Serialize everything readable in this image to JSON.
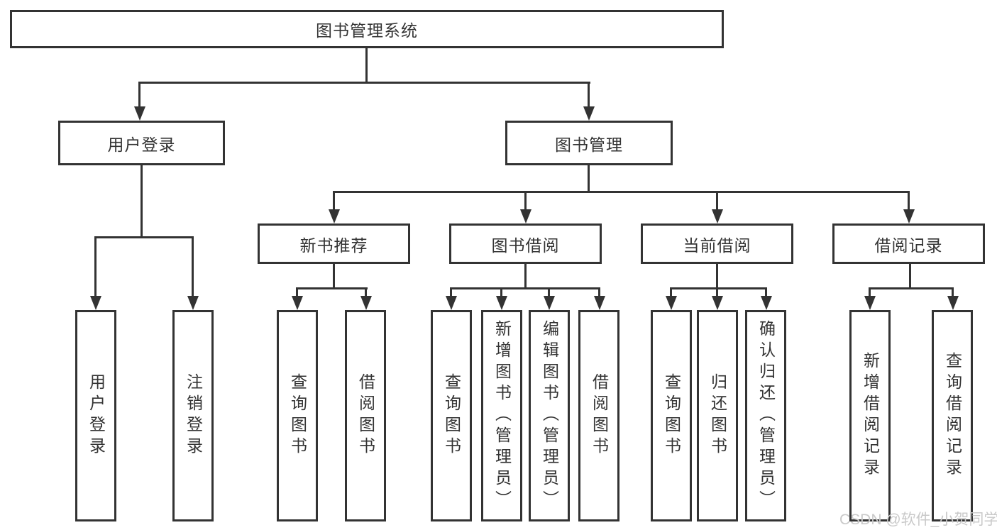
{
  "diagram": {
    "type": "tree",
    "title": "图书管理系统"
  },
  "nodes": {
    "root": "图书管理系统",
    "user_login": "用户登录",
    "book_mgmt": "图书管理",
    "new_book_rec": "新书推荐",
    "book_borrow": "图书借阅",
    "current_borrow": "当前借阅",
    "borrow_record": "借阅记录",
    "leaf_user_login": "用户登录",
    "leaf_logout": "注销登录",
    "leaf_query_book_a": "查询图书",
    "leaf_borrow_book_a": "借阅图书",
    "leaf_query_book_b": "查询图书",
    "leaf_add_book": "新增图书（管理员）",
    "leaf_edit_book": "编辑图书（管理员）",
    "leaf_borrow_book_b": "借阅图书",
    "leaf_query_book_c": "查询图书",
    "leaf_return_book": "归还图书",
    "leaf_confirm_return": "确认归还（管理员）",
    "leaf_add_record": "新增借阅记录",
    "leaf_query_record": "查询借阅记录"
  },
  "structure": {
    "root": [
      "user_login",
      "book_mgmt"
    ],
    "user_login": [
      "leaf_user_login",
      "leaf_logout"
    ],
    "book_mgmt": [
      "new_book_rec",
      "book_borrow",
      "current_borrow",
      "borrow_record"
    ],
    "new_book_rec": [
      "leaf_query_book_a",
      "leaf_borrow_book_a"
    ],
    "book_borrow": [
      "leaf_query_book_b",
      "leaf_add_book",
      "leaf_edit_book",
      "leaf_borrow_book_b"
    ],
    "current_borrow": [
      "leaf_query_book_c",
      "leaf_return_book",
      "leaf_confirm_return"
    ],
    "borrow_record": [
      "leaf_add_record",
      "leaf_query_record"
    ]
  },
  "watermark": "CSDN @软件_小贺同学",
  "colors": {
    "line": "#333333",
    "text": "#333333",
    "box_background": "#ffffff",
    "watermark": "#c9c9c9",
    "background": "#ffffff"
  }
}
